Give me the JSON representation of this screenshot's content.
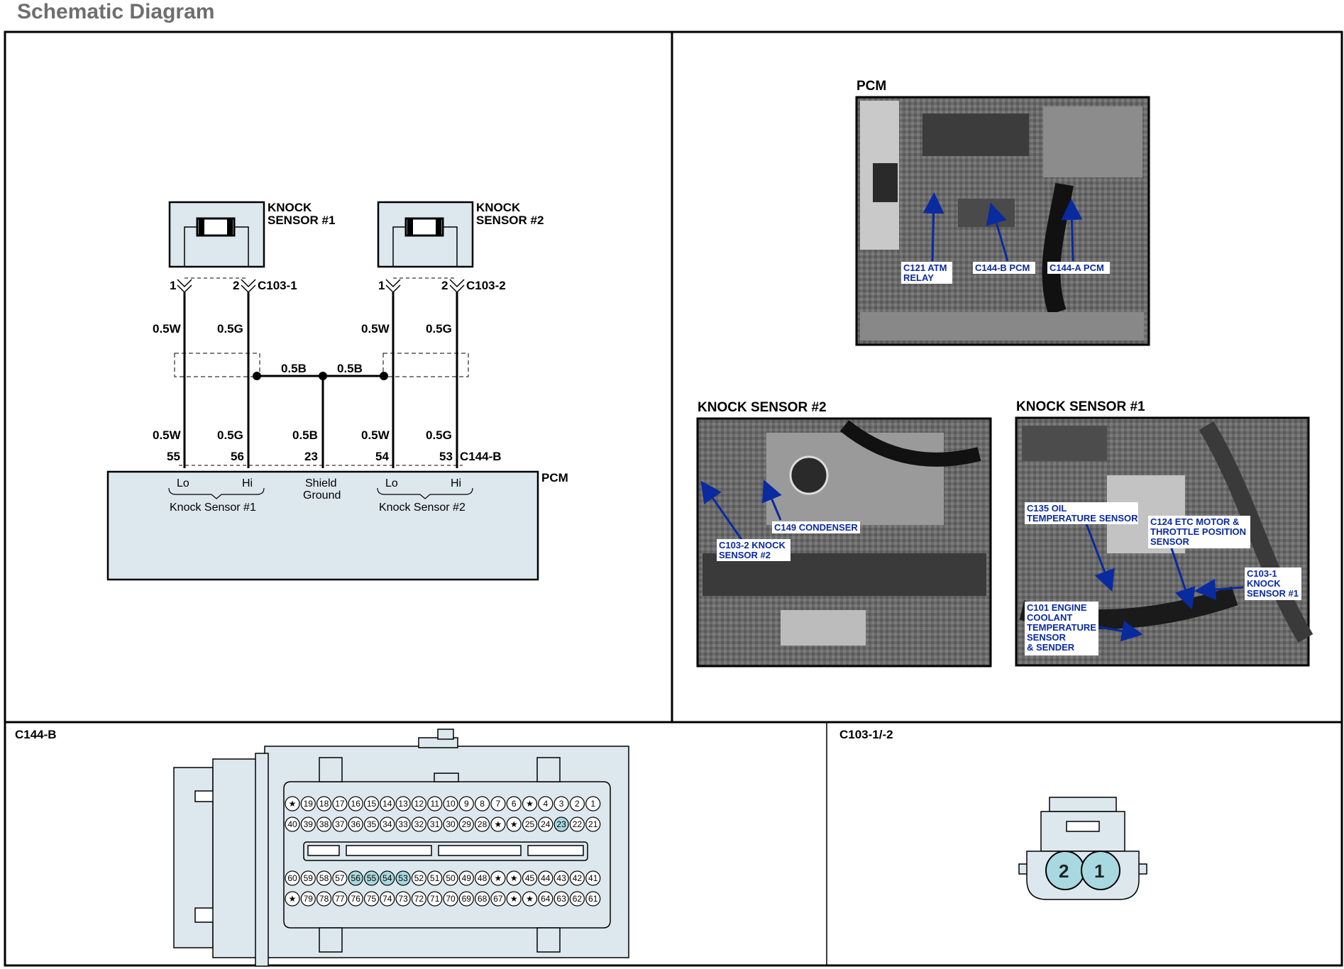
{
  "page_title": "Schematic Diagram",
  "schematic": {
    "sensor1": {
      "line1": "KNOCK",
      "line2": "SENSOR #1"
    },
    "sensor2": {
      "line1": "KNOCK",
      "line2": "SENSOR #2"
    },
    "connector1": "C103-1",
    "connector2": "C103-2",
    "pin1": "1",
    "pin2": "2",
    "wire_w_upper": "0.5W",
    "wire_g_upper": "0.5G",
    "wire_b_left": "0.5B",
    "wire_b_right": "0.5B",
    "wire_w_lower": "0.5W",
    "wire_g_lower": "0.5G",
    "wire_b_lower": "0.5B",
    "pcm_pins": [
      "55",
      "56",
      "23",
      "54",
      "53"
    ],
    "pcm_connector": "C144-B",
    "pcm_label": "PCM",
    "lo": "Lo",
    "hi": "Hi",
    "shield_line1": "Shield",
    "shield_line2": "Ground",
    "ks1_label": "Knock Sensor #1",
    "ks2_label": "Knock Sensor #2"
  },
  "photos": {
    "pcm": {
      "title": "PCM",
      "callouts": [
        {
          "lines": [
            "C121 ATM",
            "RELAY"
          ]
        },
        {
          "lines": [
            "C144-B PCM"
          ]
        },
        {
          "lines": [
            "C144-A PCM"
          ]
        }
      ]
    },
    "ks2": {
      "title": "KNOCK SENSOR #2",
      "callouts": [
        {
          "lines": [
            "C149 CONDENSER"
          ]
        },
        {
          "lines": [
            "C103-2 KNOCK",
            "SENSOR #2"
          ]
        }
      ]
    },
    "ks1": {
      "title": "KNOCK SENSOR #1",
      "callouts": [
        {
          "lines": [
            "C135 OIL",
            "TEMPERATURE SENSOR"
          ]
        },
        {
          "lines": [
            "C124 ETC MOTOR &",
            "THROTTLE POSITION",
            "SENSOR"
          ]
        },
        {
          "lines": [
            "C103-1",
            "KNOCK",
            "SENSOR #1"
          ]
        },
        {
          "lines": [
            "C101 ENGINE",
            "COOLANT",
            "TEMPERATURE",
            "SENSOR",
            "& SENDER"
          ]
        }
      ]
    }
  },
  "connectors": {
    "c144b": {
      "title": "C144-B",
      "row1": [
        "★",
        "19",
        "18",
        "17",
        "16",
        "15",
        "14",
        "13",
        "12",
        "11",
        "10",
        "9",
        "8",
        "7",
        "6",
        "★",
        "4",
        "3",
        "2",
        "1"
      ],
      "row2": [
        "40",
        "39",
        "38",
        "37",
        "36",
        "35",
        "34",
        "33",
        "32",
        "31",
        "30",
        "29",
        "28",
        "★",
        "★",
        "25",
        "24",
        "23",
        "22",
        "21"
      ],
      "row3": [
        "60",
        "59",
        "58",
        "57",
        "56",
        "55",
        "54",
        "53",
        "52",
        "51",
        "50",
        "49",
        "48",
        "★",
        "★",
        "45",
        "44",
        "43",
        "42",
        "41"
      ],
      "row4": [
        "★",
        "79",
        "78",
        "77",
        "76",
        "75",
        "74",
        "73",
        "72",
        "71",
        "70",
        "69",
        "68",
        "67",
        "★",
        "★",
        "64",
        "63",
        "62",
        "61"
      ],
      "highlighted": [
        "23",
        "53",
        "54",
        "55",
        "56"
      ]
    },
    "c103": {
      "title": "C103-1/-2",
      "pins": [
        "2",
        "1"
      ]
    }
  },
  "colors": {
    "pcm_fill": "#dde8ee",
    "pin_highlight": "#a8d8e0",
    "callout_text": "#0a2aa0",
    "title_gray": "#6e6e6e"
  }
}
